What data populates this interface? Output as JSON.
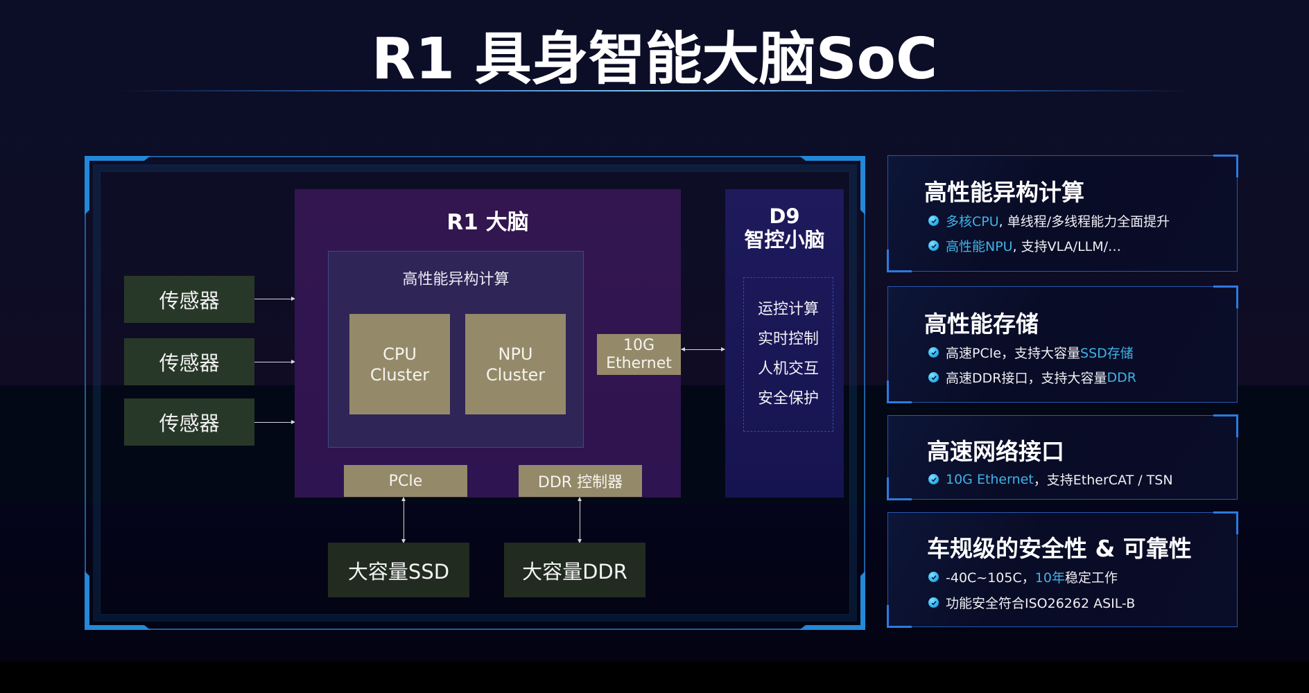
{
  "title": "R1 具身智能大脑SoC",
  "diagram": {
    "sensors": [
      "传感器",
      "传感器",
      "传感器"
    ],
    "r1": {
      "title": "R1 大脑",
      "compute_block": {
        "title": "高性能异构计算",
        "clusters": [
          {
            "line1": "CPU",
            "line2": "Cluster"
          },
          {
            "line1": "NPU",
            "line2": "Cluster"
          }
        ]
      },
      "ethernet": {
        "line1": "10G",
        "line2": "Ethernet"
      },
      "ports": [
        "PCIe",
        "DDR 控制器"
      ]
    },
    "d9": {
      "title_line1": "D9",
      "title_line2": "智控小脑",
      "functions": [
        "运控计算",
        "实时控制",
        "人机交互",
        "安全保护"
      ]
    },
    "storage": [
      "大容量SSD",
      "大容量DDR"
    ]
  },
  "features": [
    {
      "title": "高性能异构计算",
      "bullets": [
        {
          "highlight": "多核CPU",
          "text": ", 单线程/多线程能力全面提升",
          "highlight_first": true
        },
        {
          "highlight": "高性能NPU",
          "text": ", 支持VLA/LLM/…",
          "highlight_first": true
        }
      ]
    },
    {
      "title": "高性能存储",
      "bullets": [
        {
          "text": "高速PCIe，支持大容量",
          "highlight": "SSD存储",
          "highlight_first": false
        },
        {
          "text": "高速DDR接口，支持大容量",
          "highlight": "DDR",
          "highlight_first": false
        }
      ]
    },
    {
      "title": "高速网络接口",
      "bullets": [
        {
          "highlight": "10G Ethernet",
          "text": "，支持EtherCAT / TSN",
          "highlight_first": true
        }
      ]
    },
    {
      "title": "车规级的安全性 & 可靠性",
      "bullets": [
        {
          "pre": "-40C~105C，",
          "highlight": "10年",
          "text": "稳定工作"
        },
        {
          "text": "功能安全符合ISO26262 ASIL-B"
        }
      ]
    }
  ],
  "colors": {
    "accent_blue": "#2388d8",
    "highlight_cyan": "#3fb3e8",
    "module_tan": "#948a6a",
    "r1_purple": "#33164f",
    "d9_navy": "#1e1a5c",
    "sensor_green": "#283828"
  },
  "icons": {
    "bullet": "check-circle-icon"
  }
}
